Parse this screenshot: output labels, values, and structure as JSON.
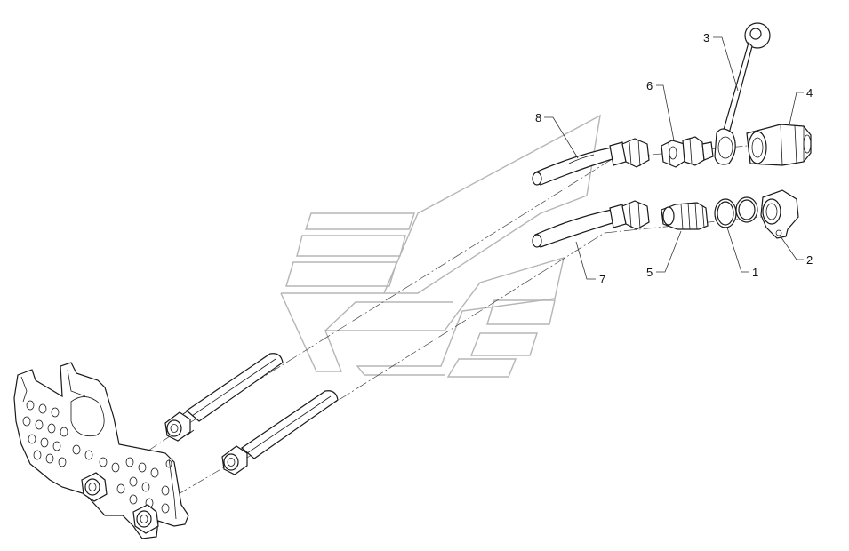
{
  "diagram": {
    "callouts": [
      {
        "id": "c1",
        "label": "1"
      },
      {
        "id": "c2",
        "label": "2"
      },
      {
        "id": "c3",
        "label": "3"
      },
      {
        "id": "c4",
        "label": "4"
      },
      {
        "id": "c5",
        "label": "5"
      },
      {
        "id": "c6",
        "label": "6"
      },
      {
        "id": "c7",
        "label": "7"
      },
      {
        "id": "c8",
        "label": "8"
      }
    ]
  },
  "colors": {
    "line": "#1a1a1a",
    "watermark": "#b5b5b5",
    "background": "#ffffff"
  }
}
